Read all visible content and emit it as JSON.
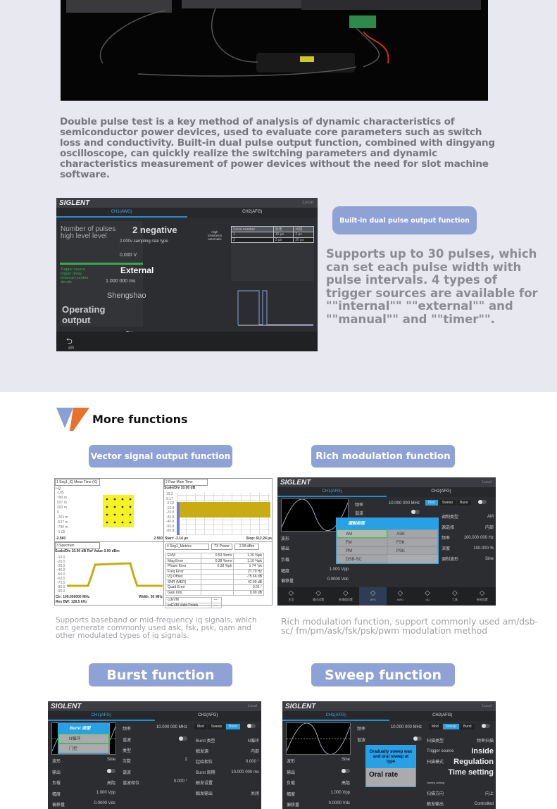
{
  "intro": {
    "paragraph": "Double pulse test is a key method of analysis of dynamic characteristics of semiconductor power devices, used to evaluate core parameters such as switch loss and conductivity. Built-in dual pulse output function, combined with dingyang oscilloscope, can quickly realize the switching parameters and dynamic characteristics measurement of power devices without the need for slot machine software."
  },
  "dual_pulse": {
    "pill": "Built-in dual pulse output function",
    "description": "Supports up to 30 pulses, which can set each pulse width with pulse intervals. 4 types of trigger sources are available for \"\"internal\"\" \"\"external\"\" and \"\"manual\"\" and \"\"timer\"\".",
    "screen": {
      "brand": "SIGLENT",
      "status": "Local",
      "tabs": [
        "CH1(AWG)",
        "CH2(AFG)"
      ],
      "labels": {
        "pulses": "Number of pulses high level level",
        "value_big": "2 negative",
        "rate": "2.000v sampling rate type",
        "level_value": "0.000 V",
        "impedance": "High resistance automatic",
        "trigger": "Trigger source trigger delay external number decals",
        "trigger_value": "External",
        "delay": "1.000 000 ms",
        "shengshao": "Shengshao",
        "operating": "Operating",
        "output": "output",
        "back": "返回"
      },
      "table": {
        "headers": [
          "Serial number",
          "脉宽",
          "间隔"
        ],
        "rows": [
          [
            "1",
            "10 μs",
            "2 μs"
          ],
          [
            "2",
            "2 μs",
            "20 μs"
          ]
        ]
      }
    }
  },
  "more": {
    "title": "More functions"
  },
  "vector": {
    "pill": "Vector signal output function",
    "caption": "Supports baseband or mid-frequency iq signals, which can generate commonly used ask, fsk, psk, qam and other modulated types of iq signals.",
    "panes": {
      "p1": "1 Seg1_IQ Meas Time (IQ",
      "p1_axis": "I-Q",
      "p1_yticks": [
        "1.05",
        "790 m",
        "527 m",
        "263 m",
        "0",
        "-263 m",
        "-527 m",
        "-790 m",
        "-1.05"
      ],
      "p1_xmin": "-2.560",
      "p1_xmax": "2.560",
      "p2": "2 Raw Main Time",
      "p2_scale": "Scale/Div 10.00 dB",
      "p2_yticks": [
        "19.2",
        "9.17",
        "-0.02",
        "-10.8",
        "-20.8",
        "-30.8",
        "-40.8",
        "-50.8",
        "-60.8"
      ],
      "p2_start": "Start: -2.14 μs",
      "p2_stop": "Stop: 612.24 μs",
      "p3": "3 Spectrum",
      "p3_scale": "Scale/Div 10.00 dB Ref Value 0.00 dBm",
      "p3_yticks": [
        "-10.0",
        "-20.0",
        "-30.0",
        "-40.0",
        "-50.0",
        "-60.0",
        "-70.0",
        "-80.0",
        "-90.0"
      ],
      "p3_ctr": "Ctr: 100.000000 MHz",
      "p3_rbw": "Res BW: 128.5 kHz",
      "p3_width": "Width: 50 MHz",
      "p4": "4 Seg1_Metrics",
      "tx_label": "TX Power",
      "tx_value": "2.58 dBm",
      "metrics": [
        [
          "EVM",
          "0.53 %rms",
          "1.26 %pk"
        ],
        [
          "Mag Error",
          "0.38 %rms",
          "1.10 %pk"
        ],
        [
          "Phase Error",
          "0.38 %pk",
          "1.74 °pk"
        ],
        [
          "Freq Error",
          "",
          "27.70 Hz"
        ],
        [
          "I/Q Offset",
          "",
          "-75.66 dB"
        ],
        [
          "SNR (MER)",
          "",
          "42.99 dB"
        ],
        [
          "Quad Error",
          "",
          "0.01 °"
        ],
        [
          "Gain Imb.",
          "",
          "0.00 dB"
        ]
      ],
      "cc": [
        [
          "ccEVM",
          "---"
        ],
        [
          "ccEVM Valid Points",
          "---"
        ]
      ]
    }
  },
  "modulation": {
    "pill": "Rich modulation function",
    "caption": "Rich modulation function, support commonly used am/dsb-sc/ fm/pm/ask/fsk/psk/pwm modulation method",
    "screen": {
      "brand": "SIGLENT",
      "status": "Local",
      "tabs": [
        "CH1(AFG)",
        "CH2(AFG)"
      ],
      "freq_label": "频率",
      "freq": "10.000 000 MHz",
      "harm": "谐波",
      "wave": "波形",
      "out": "输出",
      "load": "负载",
      "amp": "幅度",
      "amp_v": "1.000 Vpp",
      "offset": "偏移量",
      "offset_v": "0.0000 Vdc",
      "modes": [
        "Mod",
        "Sweep",
        "Burst"
      ],
      "right": [
        [
          "调制类型",
          "AM"
        ],
        [
          "源选择",
          "内部"
        ],
        [
          "频率",
          "100.000 000 Hz"
        ],
        [
          "深度",
          "100.000 %"
        ],
        [
          "调制波形",
          "Sine"
        ]
      ],
      "popup_title": "调制类型",
      "options": [
        "AM",
        "ASK",
        "FM",
        "FSK",
        "PM",
        "PSK",
        "DSB-SC"
      ],
      "nav": [
        "主页",
        "输出设置",
        "多通道设置",
        "AFG",
        "AWG",
        "I/Q",
        "工具",
        "系统设置"
      ]
    }
  },
  "burst": {
    "pill": "Burst function",
    "screen": {
      "brand": "SIGLENT",
      "status": "Local",
      "tabs": [
        "CH1(AFG)",
        "CH2(AFG)"
      ],
      "freq_label": "频率",
      "freq": "10.000 000 MHz",
      "harm": "谐波",
      "type": "类型",
      "count": "次数",
      "count_v": "2",
      "harm2": "谐波",
      "phase": "谐波相位",
      "phase_v": "0.000 °",
      "wave": "波形",
      "wave_v": "Sine",
      "out": "输出",
      "load": "负载",
      "load_v": "高阻",
      "amp": "幅度",
      "amp_v": "1.000 Vpp",
      "offset": "偏移量",
      "offset_v": "0.0000 Vdc",
      "modes": [
        "Mod",
        "Sweep",
        "Burst"
      ],
      "right": [
        [
          "Burst 类型",
          "N循环"
        ],
        [
          "触发源",
          "内部"
        ],
        [
          "起始相位",
          "0.000 °"
        ],
        [
          "Burst 周期",
          "10.000 000 ms"
        ],
        [
          "触发设置",
          ""
        ],
        [
          "触发输出",
          "关闭"
        ]
      ],
      "popup_title": "Burst 类型",
      "options": [
        "N循环",
        "门控"
      ]
    }
  },
  "sweep": {
    "pill": "Sweep function",
    "screen": {
      "brand": "SIGLENT",
      "status": "Local",
      "tabs": [
        "CH1(AFG)",
        "CH2(AFG)"
      ],
      "freq_label": "频率",
      "freq": "10.000 000 MHz",
      "harm": "谐波",
      "wave": "波形",
      "wave_v": "Sine",
      "out": "输出",
      "load": "负载",
      "load_v": "高阻",
      "amp": "幅度",
      "amp_v": "1.000 Vpp",
      "offset": "偏移量",
      "offset_v": "0.0000 Vdc",
      "modes": [
        "Mod",
        "Sweep",
        "Burst"
      ],
      "right": [
        [
          "扫描类型",
          "频率扫描"
        ],
        [
          "Trigger source",
          "Inside"
        ],
        [
          "扫描模式",
          "Regulation"
        ],
        [
          "",
          "Time setting"
        ],
        [
          "Sweep setting",
          ""
        ],
        [
          "扫描方向",
          "向上"
        ],
        [
          "触发输出",
          "Controlled"
        ]
      ],
      "popup_text": "Gradually sweep wax and oral sweep at type",
      "popup_rate": "Oral rate"
    }
  },
  "colors": {
    "pill": "#8ea2d5",
    "screen": "#2b2d30",
    "accent": "#27a0e6",
    "logo_blue": "#8aa0d4",
    "logo_orange": "#e8722a"
  }
}
